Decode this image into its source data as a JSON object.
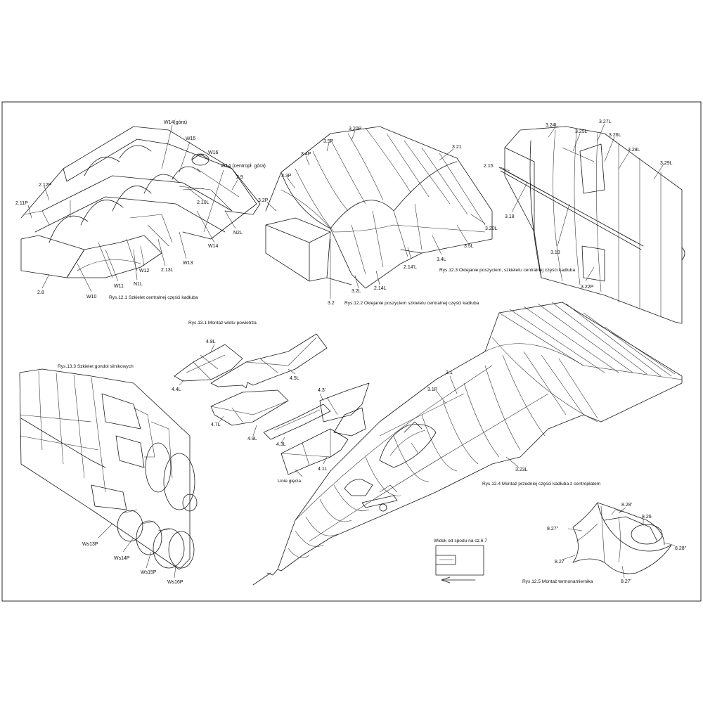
{
  "captions": {
    "fig_12_1": "Rys.12.1 Szkielet centralnej części kadłuba",
    "fig_12_2": "Rys.12.2 Oklejanie poszyciem szkieletu centralnej części kadłuba",
    "fig_12_3": "Rys.12.3 Oklejanie poszyciem, szkieletu centralnej części kadłuba",
    "fig_13_1": "Rys.13.1 Montaż wlotu powietrza",
    "fig_13_3": "Rys.13.3 Szkielet gondol silnikowych",
    "fig_12_4": "Rys.12.4 Montaż przedniej części kadłuba z centropłatem",
    "fig_12_5": "Rys.12.5 Montaż termonamiernika",
    "bottom_view": "Widok od spodu na cz.6.7",
    "fold_lines": "Linie gięcia"
  },
  "labels": {
    "fig_12_1": {
      "w14_gora": "W14(góra)",
      "w15": "W15",
      "w16": "W16",
      "w14_centropl": "W14 (centropł. góra)",
      "p2_9": "2.9",
      "p2_10L": "2.10L",
      "p2_12P": "2.12P",
      "p2_11P": "2.11P",
      "n2L": "N2L",
      "w14": "W14",
      "w13": "W13",
      "p2_13L": "2.13L",
      "w12": "W12",
      "n1L": "N1L",
      "w11": "W11",
      "w10": "W10",
      "p2_8": "2.8"
    },
    "fig_12_2": {
      "p3_20P": "3.20P",
      "p3_5P": "3.5P",
      "p3_4P": "3.4P",
      "p3_21": "3.21",
      "p3_3P": "3.3P",
      "p3_2P": "3.2P",
      "p3_20L": "3.20L",
      "p3_5L": "3.5L",
      "p3_4L": "3.4L",
      "p2_14pL": "2.14'L",
      "p2_14L": "2.14L",
      "p3_2L": "3.2L",
      "p3_2": "3.2"
    },
    "fig_12_3": {
      "p3_24L": "3.24L",
      "p3_25L": "3.25L",
      "p3_27L": "3.27L",
      "p3_26L": "3.26L",
      "p3_28L": "3.28L",
      "p3_29L": "3.29L",
      "p2_15": "2.15",
      "p3_18": "3.18",
      "p3_19": "3.19",
      "p3_22P": "3.22P"
    },
    "fig_13_1": {
      "p4_8L": "4.8L",
      "p4_4L": "4.4L",
      "p4_5L": "4.5L",
      "p4_3p": "4.3'",
      "p4_7L": "4.7L",
      "p4_9L": "4.9L",
      "p4_3L": "4.3L",
      "p4_1L": "4.1L"
    },
    "fig_13_3": {
      "ws13P": "Ws13P",
      "ws14P": "Ws14P",
      "ws15P": "Ws15P",
      "ws16P": "Ws16P"
    },
    "fig_12_4": {
      "p3_1": "3.1",
      "p3_1P": "3.1P",
      "p3_23L": "3.23L"
    },
    "fig_12_5": {
      "p8_28p": "8.28'",
      "p8_26": "8.26",
      "p8_27pp": "8.27\"",
      "p8_27": "8.27",
      "p8_28pp": "8.28\"",
      "p8_27p": "8.27'"
    }
  },
  "colors": {
    "line": "#1a1a1a",
    "background": "#ffffff"
  }
}
